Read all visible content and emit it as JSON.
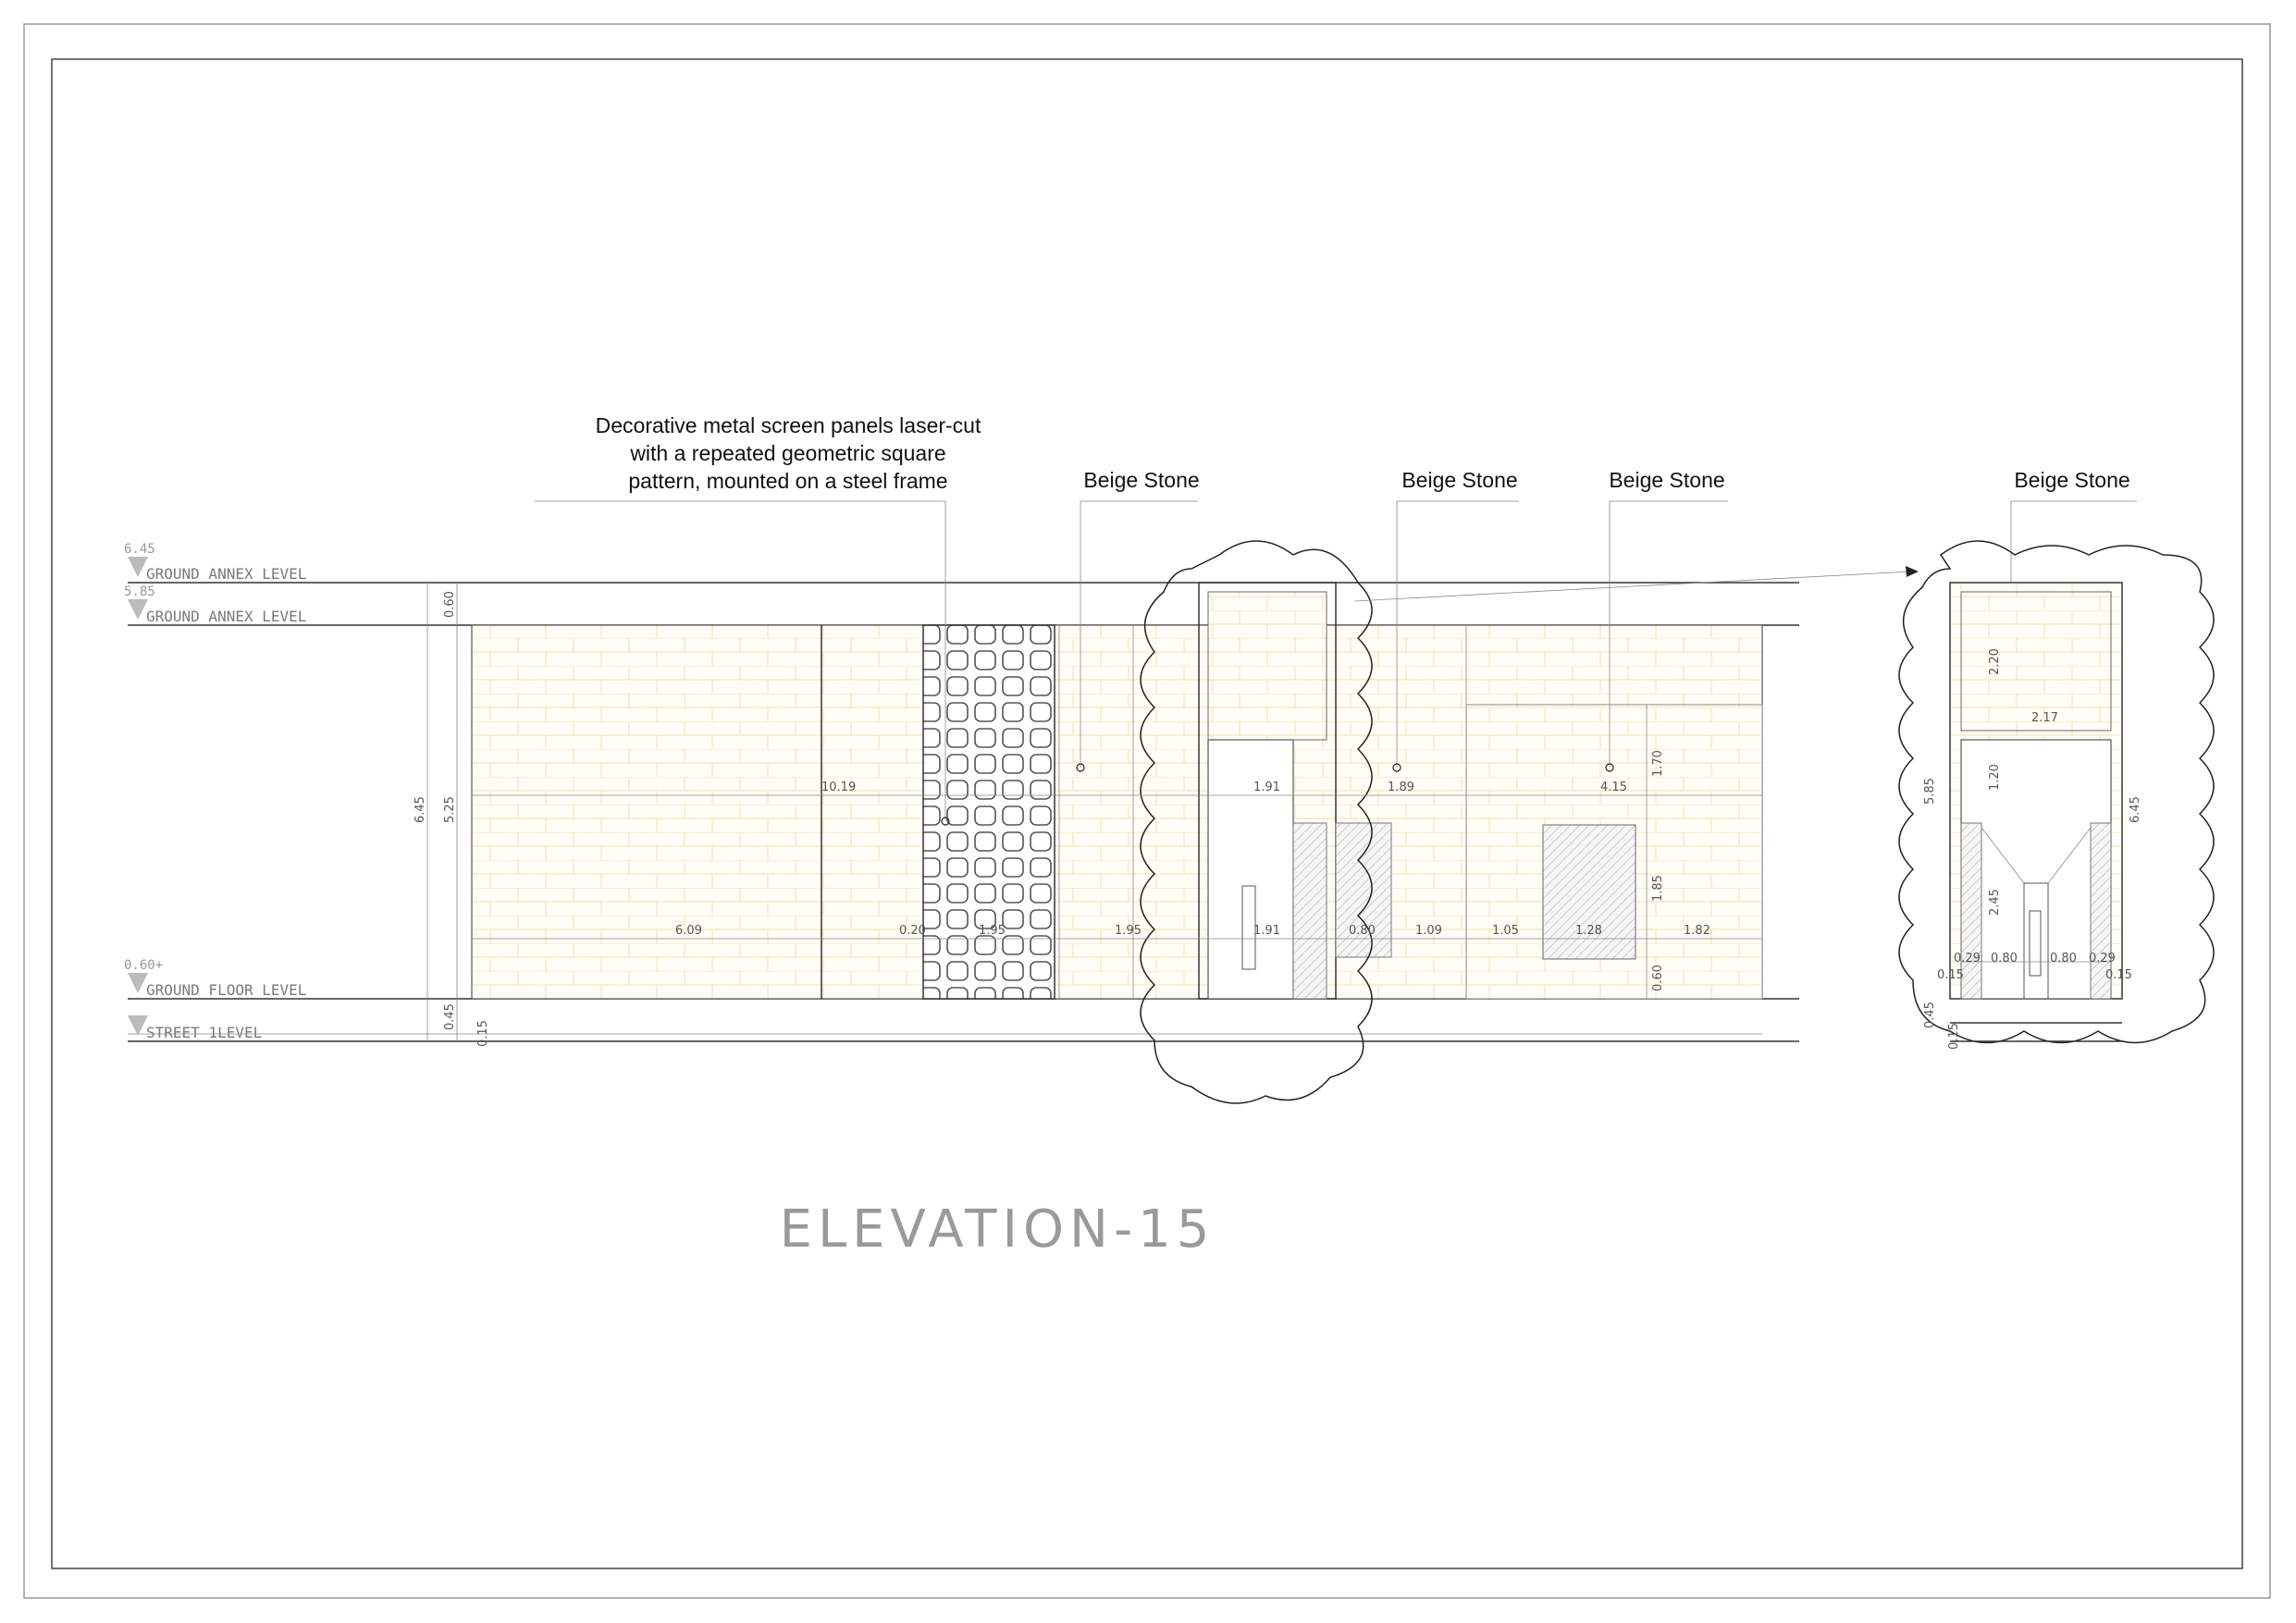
{
  "drawing": {
    "title": "ELEVATION-15",
    "callouts": {
      "screen": [
        "Decorative metal screen panels laser-cut",
        "with a repeated geometric square",
        "pattern, mounted on a steel frame"
      ],
      "stone1": "Beige Stone",
      "stone2": "Beige Stone",
      "stone3": "Beige Stone",
      "stone4": "Beige Stone"
    },
    "levels": {
      "annex_top_value": "6.45",
      "annex_top_label": "GROUND ANNEX LEVEL",
      "annex_value": "5.85",
      "annex_label": "GROUND ANNEX LEVEL",
      "floor_value": "0.60+",
      "floor_label": "GROUND FLOOR LEVEL",
      "street_label": "STREET 1LEVEL"
    },
    "main_dims": {
      "total_h": "6.45",
      "upper_h": "5.25",
      "parapet_h": "0.60",
      "plinth_h": "0.45",
      "curb_h": "0.15",
      "w_upper_1": "10.19",
      "w_upper_2": "1.91",
      "w_upper_3": "1.89",
      "w_upper_4": "4.15",
      "w_lower_1": "6.09",
      "w_lower_2": "0.20",
      "w_lower_3": "1.95",
      "w_lower_4": "1.95",
      "w_lower_5": "1.91",
      "w_lower_6": "0.80",
      "w_lower_7": "1.09",
      "w_lower_8": "1.05",
      "w_lower_9": "1.28",
      "w_lower_10": "1.82",
      "win_upper": "1.70",
      "win_h": "1.85",
      "win_sill": "0.60"
    },
    "detail_dims": {
      "top_h": "2.20",
      "width": "2.17",
      "mid_h": "1.20",
      "door_h": "2.45",
      "total_l": "5.85",
      "total_r": "6.45",
      "plinth": "0.45",
      "curb": "0.15",
      "d_1": "0.15",
      "d_2": "0.29",
      "d_3": "0.80",
      "d_4": "0.80",
      "d_5": "0.29",
      "d_6": "0.15"
    }
  }
}
